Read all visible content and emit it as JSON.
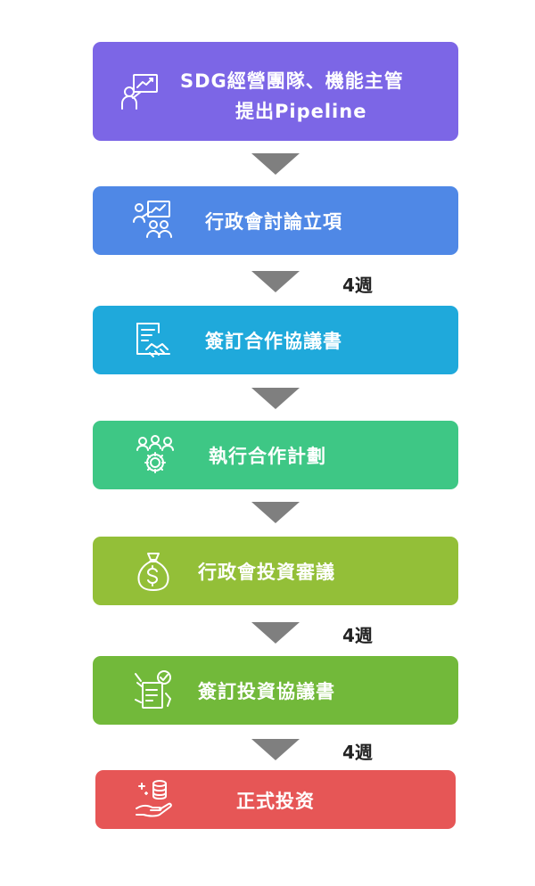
{
  "steps": [
    {
      "label_line1": "SDG經營團隊、機能主管",
      "label_line2": "提出Pipeline",
      "color": "#7c66e6",
      "icon": "presenter-chart-icon"
    },
    {
      "label": "行政會討論立項",
      "color": "#4f88e6",
      "icon": "team-discussion-icon"
    },
    {
      "label": "簽訂合作協議書",
      "color": "#1fa9db",
      "icon": "contract-handshake-icon"
    },
    {
      "label": "執行合作計劃",
      "color": "#3ec785",
      "icon": "team-gear-icon"
    },
    {
      "label": "行政會投資審議",
      "color": "#93bf38",
      "icon": "money-bag-icon"
    },
    {
      "label": "簽訂投資協議書",
      "color": "#72b93a",
      "icon": "signed-document-icon"
    },
    {
      "label": "正式投资",
      "color": "#e65656",
      "icon": "coins-in-hand-icon"
    }
  ],
  "durations": {
    "after_step_2": "4週",
    "after_step_5": "4週",
    "after_step_6": "4週"
  },
  "arrow_color": "#7f7f7f"
}
